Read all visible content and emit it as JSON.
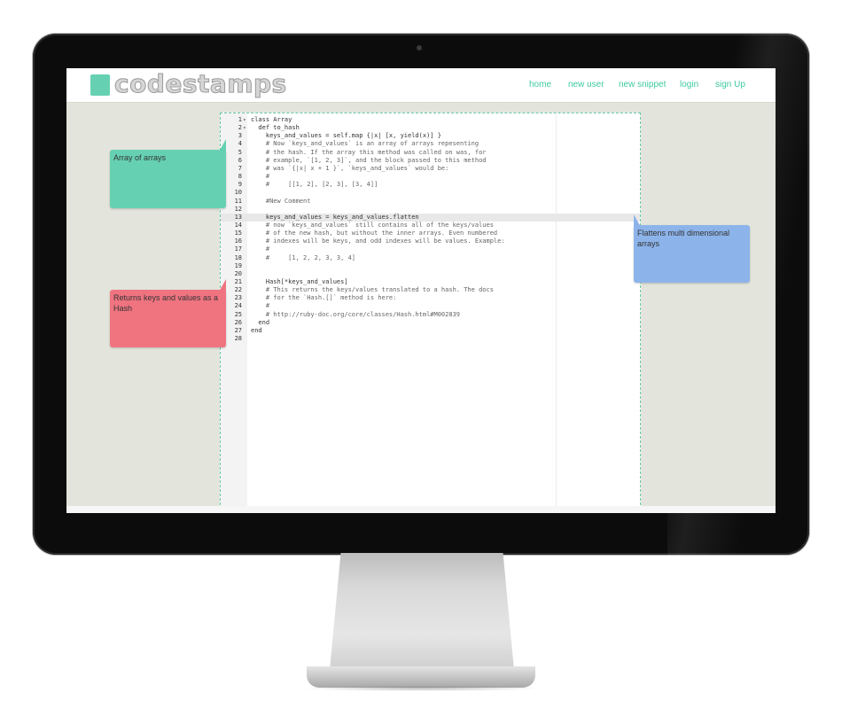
{
  "app": {
    "logo_text": "codestamps",
    "nav": [
      "home",
      "new user",
      "new snippet",
      "login",
      "sign Up"
    ]
  },
  "editor": {
    "lines": [
      {
        "n": "1",
        "fold": "▾",
        "text": "class Array",
        "comment": false
      },
      {
        "n": "2",
        "fold": "▾",
        "text": "  def to_hash",
        "comment": false
      },
      {
        "n": "3",
        "fold": "",
        "text": "    keys_and_values = self.map {|x| [x, yield(x)] }",
        "comment": false
      },
      {
        "n": "4",
        "fold": "",
        "text": "    # Now `keys_and_values` is an array of arrays repesenting",
        "comment": true
      },
      {
        "n": "5",
        "fold": "",
        "text": "    # the hash. If the array this method was called on was, for",
        "comment": true
      },
      {
        "n": "6",
        "fold": "",
        "text": "    # example, `[1, 2, 3]`, and the block passed to this method",
        "comment": true
      },
      {
        "n": "7",
        "fold": "",
        "text": "    # was `{|x| x + 1 }`, `keys_and_values` would be:",
        "comment": true
      },
      {
        "n": "8",
        "fold": "",
        "text": "    #",
        "comment": true
      },
      {
        "n": "9",
        "fold": "",
        "text": "    #     [[1, 2], [2, 3], [3, 4]]",
        "comment": true
      },
      {
        "n": "10",
        "fold": "",
        "text": "",
        "comment": false
      },
      {
        "n": "11",
        "fold": "",
        "text": "    #New Comment",
        "comment": true
      },
      {
        "n": "12",
        "fold": "",
        "text": "",
        "comment": false
      },
      {
        "n": "13",
        "fold": "",
        "text": "    keys_and_values = keys_and_values.flatten",
        "comment": false
      },
      {
        "n": "14",
        "fold": "",
        "text": "    # now `keys_and_values` still contains all of the keys/values",
        "comment": true
      },
      {
        "n": "15",
        "fold": "",
        "text": "    # of the new hash, but without the inner arrays. Even numbered",
        "comment": true
      },
      {
        "n": "16",
        "fold": "",
        "text": "    # indexes will be keys, and odd indexes will be values. Example:",
        "comment": true
      },
      {
        "n": "17",
        "fold": "",
        "text": "    #",
        "comment": true
      },
      {
        "n": "18",
        "fold": "",
        "text": "    #     [1, 2, 2, 3, 3, 4]",
        "comment": true
      },
      {
        "n": "19",
        "fold": "",
        "text": "",
        "comment": false
      },
      {
        "n": "20",
        "fold": "",
        "text": "",
        "comment": false
      },
      {
        "n": "21",
        "fold": "",
        "text": "    Hash[*keys_and_values]",
        "comment": false
      },
      {
        "n": "22",
        "fold": "",
        "text": "    # This returns the keys/values translated to a hash. The docs",
        "comment": true
      },
      {
        "n": "23",
        "fold": "",
        "text": "    # for the `Hash.[]` method is here:",
        "comment": true
      },
      {
        "n": "24",
        "fold": "",
        "text": "    #",
        "comment": true
      },
      {
        "n": "25",
        "fold": "",
        "text": "    # http://ruby-doc.org/core/classes/Hash.html#M002839",
        "comment": true
      },
      {
        "n": "26",
        "fold": "",
        "text": "  end",
        "comment": false
      },
      {
        "n": "27",
        "fold": "",
        "text": "end",
        "comment": false
      },
      {
        "n": "28",
        "fold": "",
        "text": "",
        "comment": false
      }
    ],
    "active_line": "13"
  },
  "notes": {
    "green": "Array of arrays",
    "red": "Returns keys and values as a Hash",
    "blue": "Flattens multi dimensional arrays"
  },
  "colors": {
    "accent": "#3ec99e",
    "note_green": "#66d1b2",
    "note_red": "#ef7480",
    "note_blue": "#8cb4ea"
  }
}
